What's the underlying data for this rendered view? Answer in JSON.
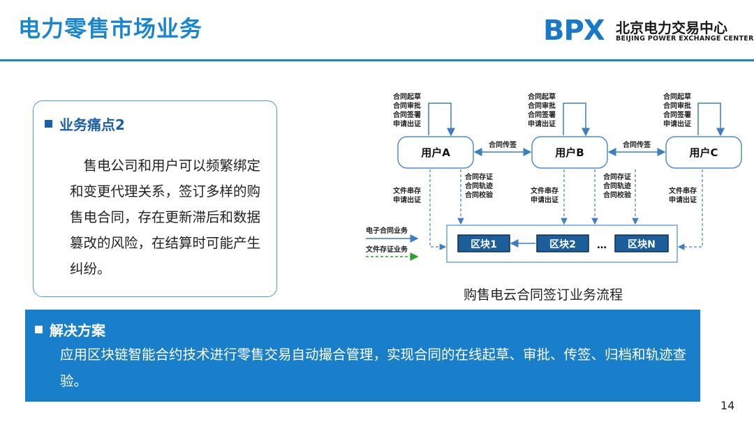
{
  "header": {
    "title": "电力零售市场业务",
    "logo_mark": "BPX",
    "logo_name": "北京电力交易中心",
    "logo_en": "BEIJING POWER EXCHANGE CENTER"
  },
  "pain_point": {
    "heading": "业务痛点2",
    "body": "售电公司和用户可以频繁绑定和变更代理关系，签订多样的购售电合同，存在更新滞后和数据篡改的风险，在结算时可能产生纠纷。"
  },
  "diagram": {
    "caption": "购售电云合同签订业务流程",
    "users": [
      "用户A",
      "用户B",
      "用户C"
    ],
    "loop_label_lines": [
      "合同起草",
      "合同审批",
      "合同签署",
      "申请出证"
    ],
    "transfer_label": "合同传签",
    "storage_label_lines": [
      "文件串存",
      "申请出证"
    ],
    "verify_label_lines": [
      "合同存证",
      "合同轨迹",
      "合同校验"
    ],
    "blocks": [
      "区块1",
      "区块2",
      "区块N"
    ],
    "ellipsis": "…",
    "legend": [
      "电子合同业务",
      "文件存证业务"
    ],
    "colors": {
      "node_fill": "#ffffff",
      "node_border": "#4e8ccf",
      "block_fill": "#1b5e9a",
      "arrow_blue": "#3c7fc4",
      "arrow_green": "#2ca02c"
    }
  },
  "solution": {
    "heading": "解决方案",
    "body": "应用区块链智能合约技术进行零售交易自动撮合管理，实现合同的在线起草、审批、传签、归档和轨迹查验。"
  },
  "page_number": "14"
}
